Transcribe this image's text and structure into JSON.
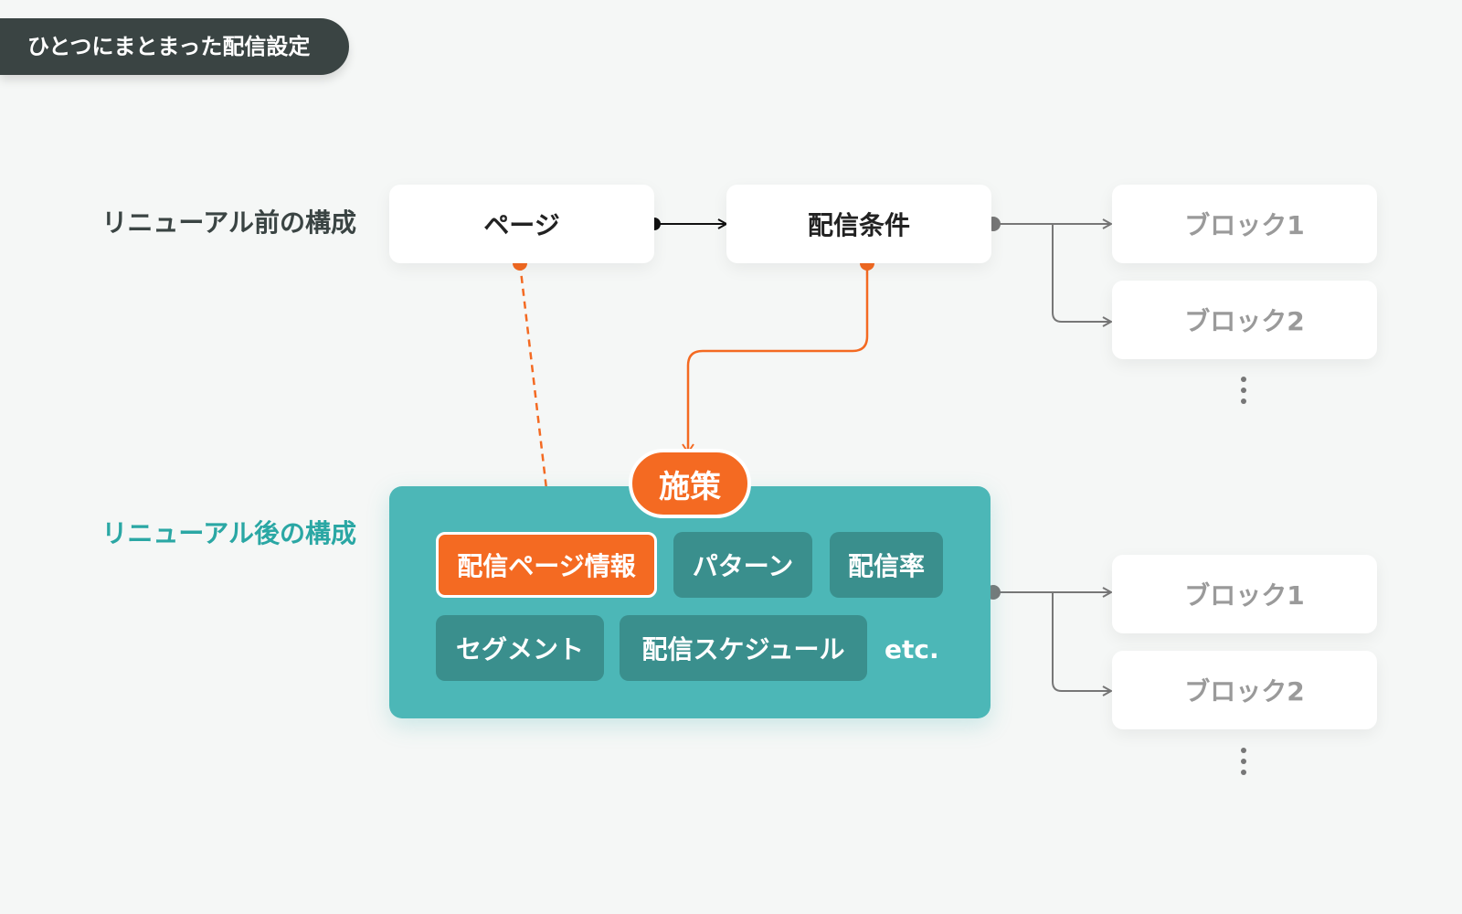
{
  "header_tag": "ひとつにまとまった配信設定",
  "rows": {
    "before_label": "リニューアル前の構成",
    "after_label": "リニューアル後の構成"
  },
  "before": {
    "page": "ページ",
    "condition": "配信条件",
    "blocks": [
      "ブロック1",
      "ブロック2"
    ]
  },
  "after": {
    "measure": "施策",
    "items": [
      "配信ページ情報",
      "パターン",
      "配信率",
      "セグメント",
      "配信スケジュール"
    ],
    "etc": "etc.",
    "blocks": [
      "ブロック1",
      "ブロック2"
    ]
  },
  "colors": {
    "background": "#f5f7f6",
    "dark": "#3a4443",
    "teal": "#4cb7b7",
    "teal_dark": "#3a8f8d",
    "orange": "#f46a22",
    "gray_line": "#777777"
  }
}
